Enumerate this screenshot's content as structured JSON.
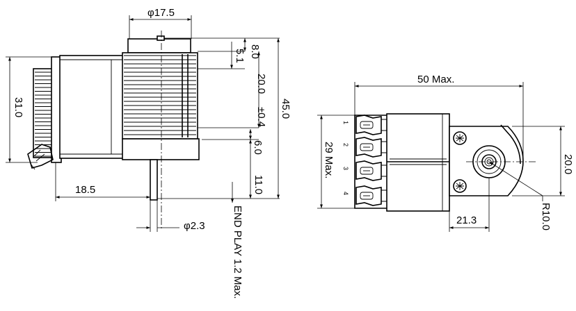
{
  "side_view": {
    "dim_diameter_body": "φ17.5",
    "dim_8_0": "8.0",
    "dim_5_1": "5.1",
    "dim_20_0": "20.0",
    "dim_tol": "±0.4",
    "dim_45_0": "45.0",
    "dim_6_0": "6.0",
    "dim_11_0": "11.0",
    "dim_31_0": "31.0",
    "dim_18_5": "18.5",
    "dim_shaft_dia": "φ2.3",
    "end_play_note": "END PLAY 1.2 Max."
  },
  "front_view": {
    "dim_50_max": "50 Max.",
    "dim_29_max": "29 Max.",
    "dim_20_0": "20.0",
    "dim_21_3": "21.3",
    "dim_r10": "R10.0",
    "terminals": [
      "1",
      "2",
      "3",
      "4"
    ]
  }
}
